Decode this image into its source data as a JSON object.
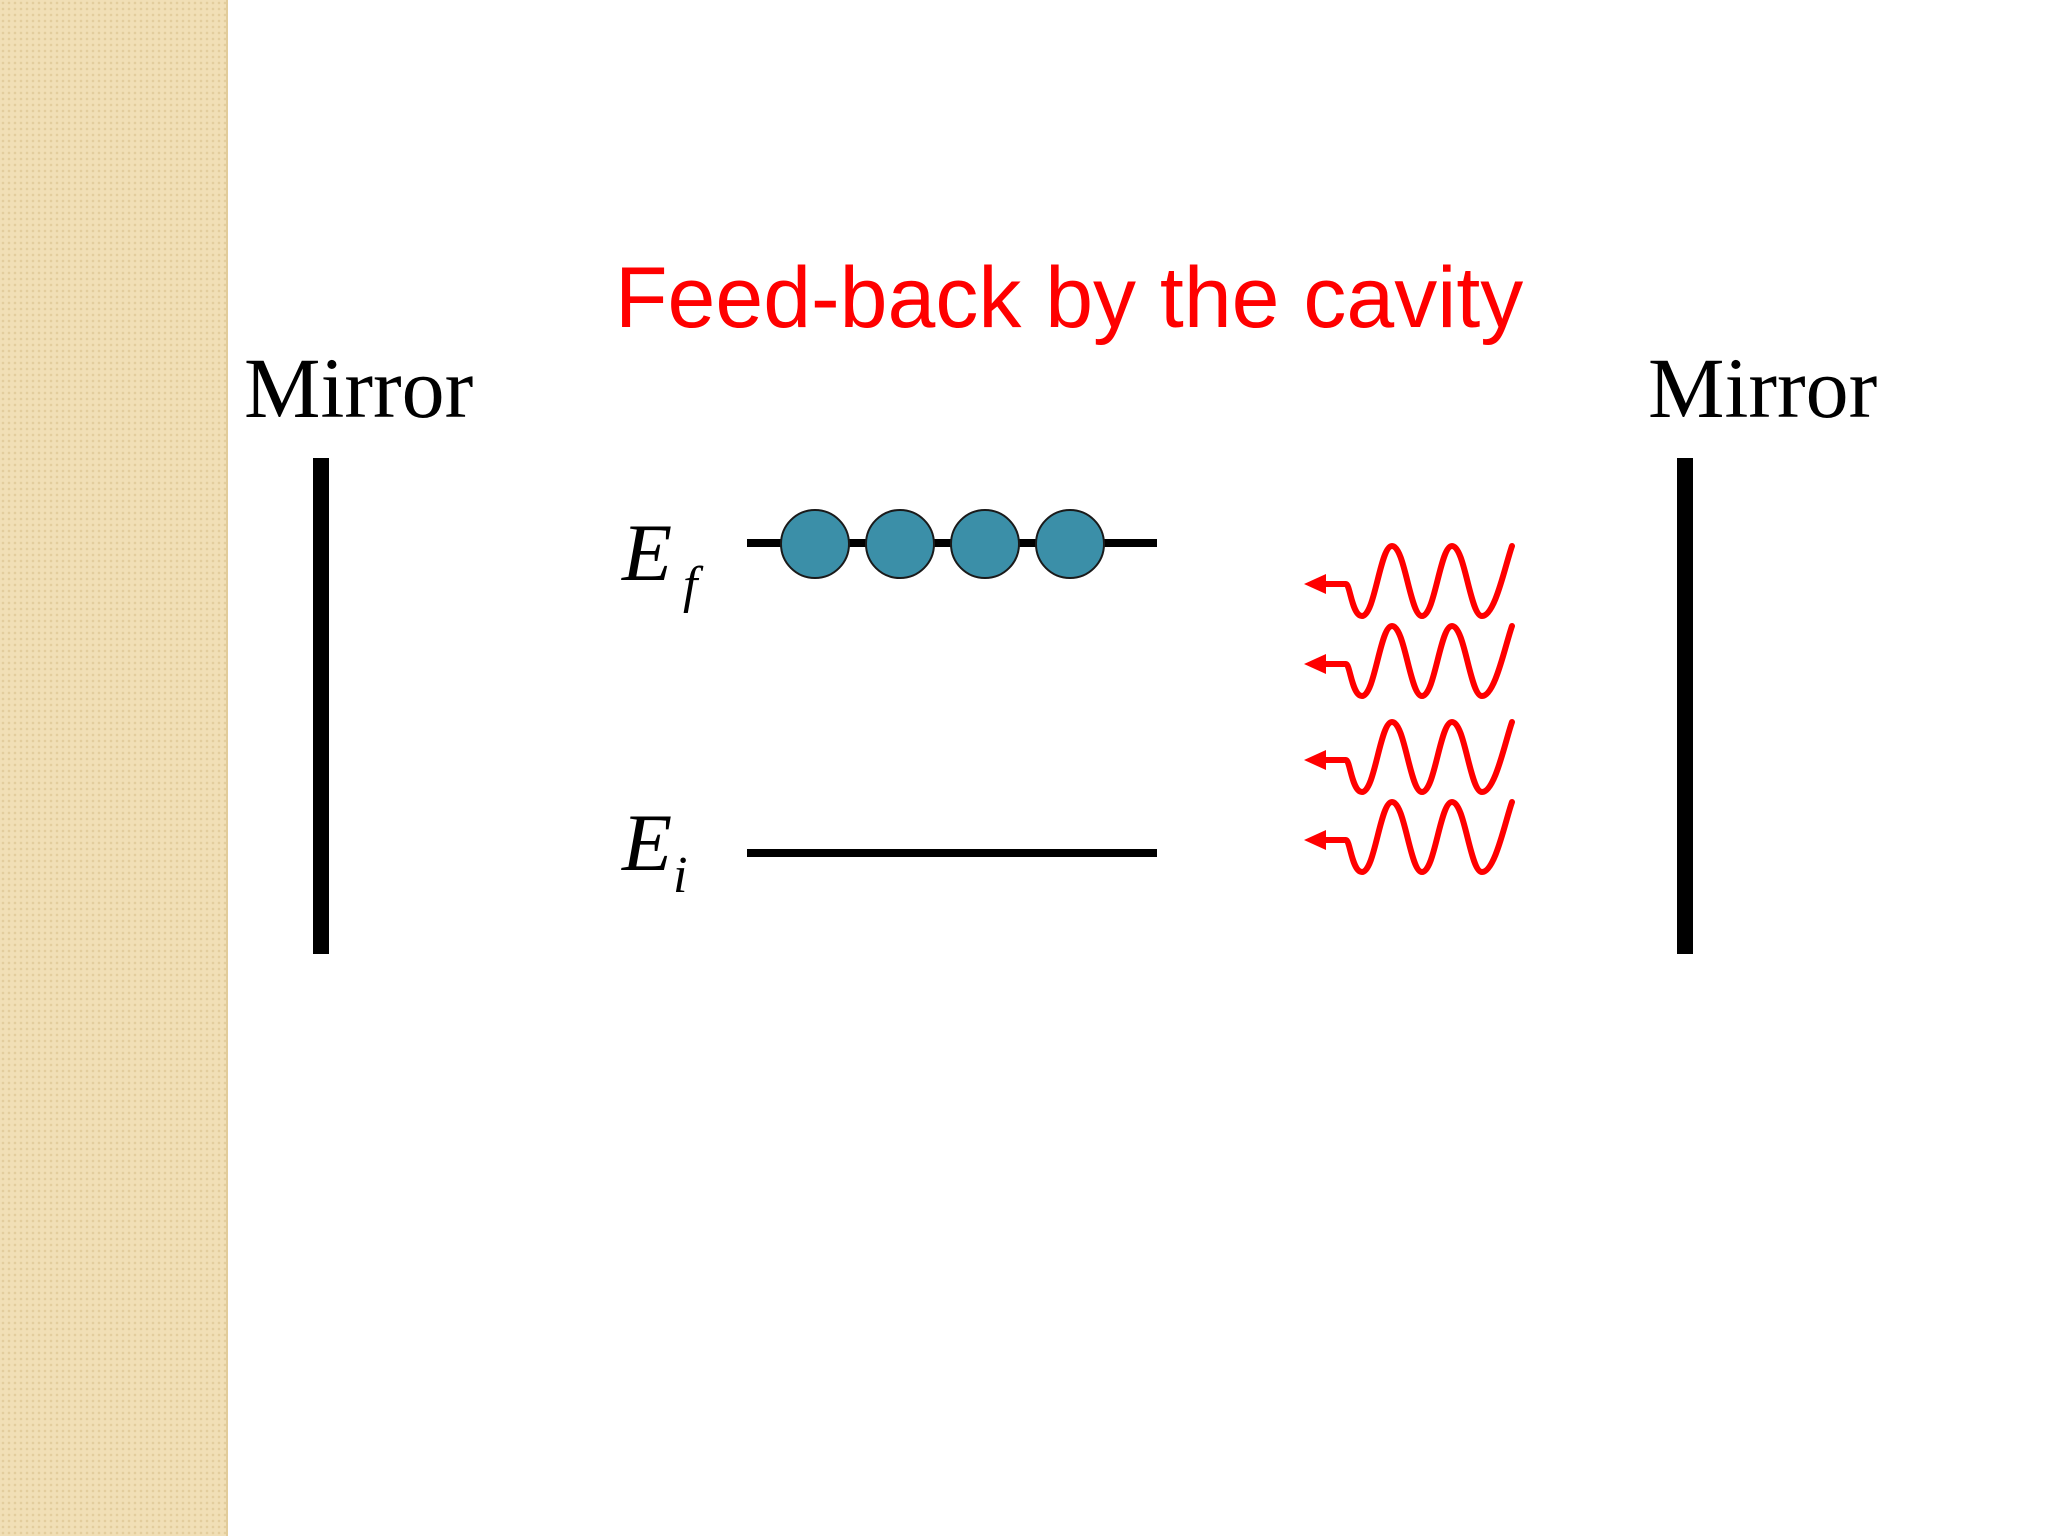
{
  "slide": {
    "title": "Feed-back by the cavity",
    "title_color": "#ff0000",
    "mirror_left_label": "Mirror",
    "mirror_right_label": "Mirror"
  },
  "levels": {
    "upper": {
      "symbol": "E",
      "subscript": "f",
      "atom_count": 4
    },
    "lower": {
      "symbol": "E",
      "subscript": "i",
      "atom_count": 0
    }
  },
  "photons": {
    "count": 4,
    "direction": "left",
    "color": "#ff0000"
  },
  "colors": {
    "atom_fill": "#3b8fa8",
    "line": "#000000",
    "side_panel": "#f1dfb6"
  }
}
